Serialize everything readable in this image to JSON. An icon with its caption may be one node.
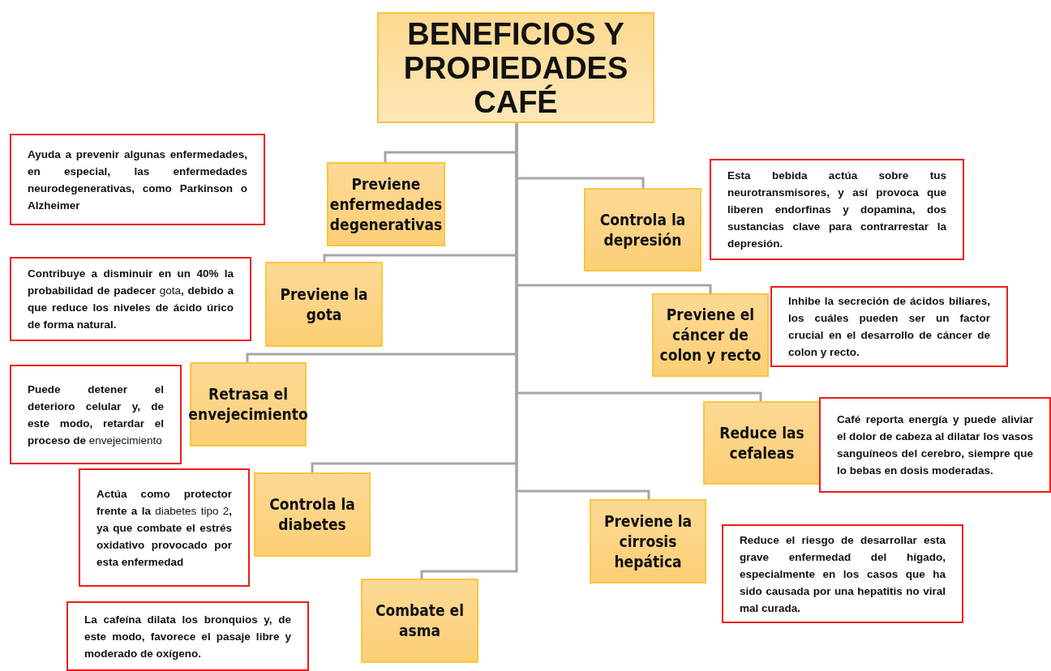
{
  "diagram": {
    "nodes": [
      {
        "text": [
          "BENEFICIOS Y PROPIEDADES CAFÉ"
        ]
      },
      {
        "text": [
          "Ayuda a prevenir algunas enfermedades, en especial, las enfermedades neurodegenerativas, como Parkinson o Alzheimer"
        ]
      },
      {
        "text": [
          "Previene enfermedades degenerativas"
        ]
      },
      {
        "text": [
          "Controla la depresión"
        ]
      },
      {
        "text": [
          "Esta bebida actúa sobre tus neurotransmisores, y así provoca que liberen endorfinas y dopamina, dos sustancias clave para contrarrestar la depresión."
        ]
      },
      {
        "text": [
          "**Contribuye a disminuir en un 40% la probabilidad de padecer** gota**, debido a que reduce los niveles de ácido úrico de forma natural.**"
        ]
      },
      {
        "text": [
          "Previene la gota"
        ]
      },
      {
        "text": [
          "Previene el cáncer de colon y recto"
        ]
      },
      {
        "text": [
          "Inhibe la secreción de ácidos biliares, los cuáles pueden ser un factor crucial en el desarrollo de cáncer de colon y recto."
        ]
      },
      {
        "text": [
          "**Puede detener el deterioro celular y, de este modo, retardar el proceso de** envejecimiento"
        ]
      },
      {
        "text": [
          "Retrasa el envejecimiento"
        ]
      },
      {
        "text": [
          "Reduce las cefaleas"
        ]
      },
      {
        "text": [
          "Café reporta energía y puede aliviar el dolor de cabeza al dilatar los vasos sanguíneos del cerebro, siempre que lo bebas en dosis moderadas."
        ]
      },
      {
        "text": [
          "**Actúa como protector frente a la** diabetes tipo 2**, ya que combate el estrés oxidativo provocado por esta enfermedad**"
        ]
      },
      {
        "text": [
          "Controla la diabetes"
        ]
      },
      {
        "text": [
          "Previene la cirrosis hepática"
        ]
      },
      {
        "text": [
          "Reduce el riesgo de desarrollar esta grave enfermedad del hígado, especialmente en los casos que ha sido causada por una hepatitis no viral mal curada."
        ]
      },
      {
        "text": [
          "La cafeína dilata los bronquios y, de este modo, favorece el pasaje libre y moderado de oxígeno."
        ]
      },
      {
        "text": [
          "Combate el asma"
        ]
      }
    ],
    "edges": [
      {
        "from": 0,
        "to": 2,
        "arrow": "none"
      },
      {
        "from": 0,
        "to": 3,
        "arrow": "none"
      },
      {
        "from": 0,
        "to": 6,
        "arrow": "none"
      },
      {
        "from": 0,
        "to": 7,
        "arrow": "none"
      },
      {
        "from": 0,
        "to": 10,
        "arrow": "none"
      },
      {
        "from": 0,
        "to": 11,
        "arrow": "none"
      },
      {
        "from": 0,
        "to": 14,
        "arrow": "none"
      },
      {
        "from": 0,
        "to": 15,
        "arrow": "none"
      },
      {
        "from": 0,
        "to": 18,
        "arrow": "none"
      }
    ]
  }
}
